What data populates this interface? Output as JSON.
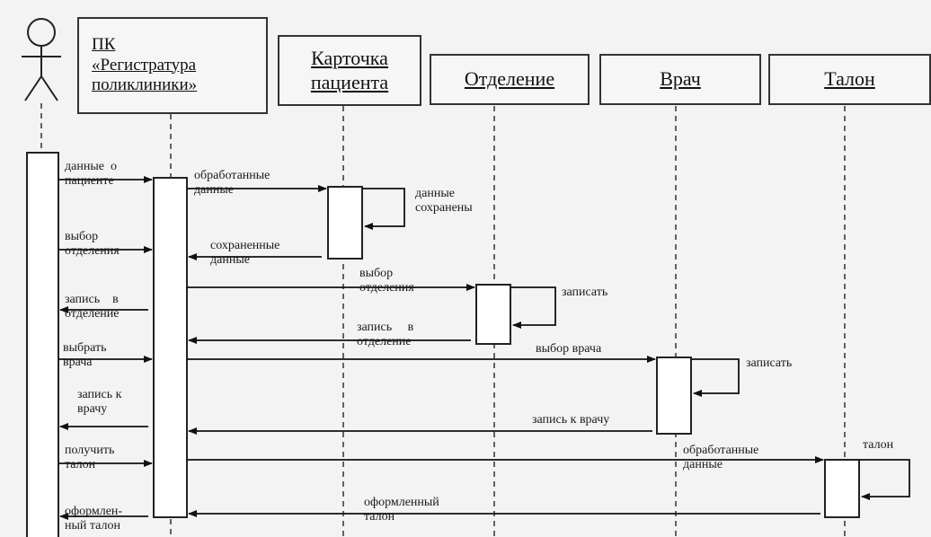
{
  "lifelines": {
    "pc": [
      "ПК",
      "«Регистратура",
      "поликлиники»"
    ],
    "card": [
      "Карточка",
      "пациента"
    ],
    "department": [
      "Отделение"
    ],
    "doctor": [
      "Врач"
    ],
    "ticket": [
      "Талон"
    ]
  },
  "messages": {
    "m1": [
      "данные  о",
      "пациенте"
    ],
    "m2": [
      "обработанные",
      "данные"
    ],
    "m3": [
      "данные",
      "сохранены"
    ],
    "m4": [
      "выбор",
      "отделения"
    ],
    "m5": [
      "сохраненные",
      "данные"
    ],
    "m6": [
      "выбор",
      "отделения"
    ],
    "m7": [
      "записать"
    ],
    "m8": [
      "запись    в",
      "отделение"
    ],
    "m9": [
      "запись     в",
      "отделение"
    ],
    "m10": [
      "выбрать",
      "врача"
    ],
    "m11": [
      "выбор врача"
    ],
    "m12": [
      "записать"
    ],
    "m13": [
      "запись к",
      "врачу"
    ],
    "m14": [
      "запись к врачу"
    ],
    "m15": [
      "получить",
      "талон"
    ],
    "m16": [
      "обработанные",
      "данные"
    ],
    "m17": [
      "талон"
    ],
    "m18": [
      "оформлен-",
      "ный талон"
    ],
    "m19": [
      "оформленный",
      "талон"
    ]
  }
}
